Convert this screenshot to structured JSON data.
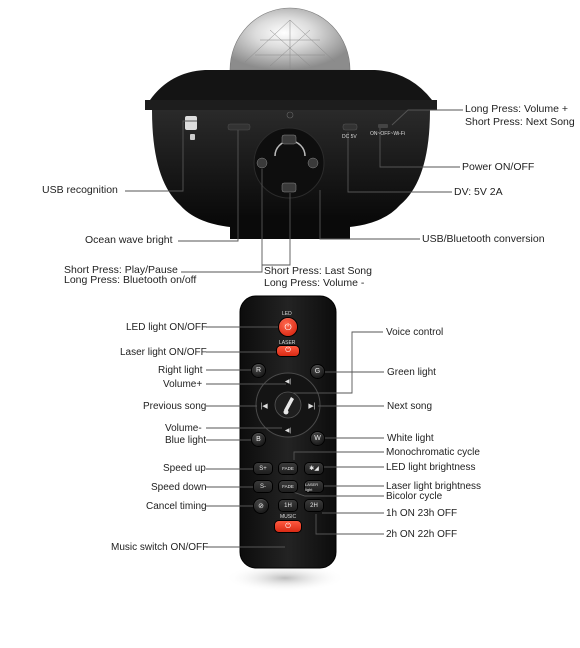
{
  "projector": {
    "labels": {
      "long_press_volume_up": "Long Press: Volume +",
      "short_press_next_song": "Short Press: Next Song",
      "power_on_off": "Power ON/OFF",
      "dv": "DV: 5V 2A",
      "usb_recognition": "USB recognition",
      "ocean_wave_bright": "Ocean wave bright",
      "usb_bt_conversion": "USB/Bluetooth conversion",
      "short_press_play_pause": "Short Press: Play/Pause",
      "long_press_bt": "Long Press: Bluetooth on/off",
      "short_press_last_song": "Short Press: Last Song",
      "long_press_volume_down": "Long Press: Volume -"
    },
    "panel_text": {
      "dc": "DC 5V",
      "on_off": "ON~OFF~Wi-Fi"
    }
  },
  "remote": {
    "button_text": {
      "led": "LED",
      "laser": "LASER",
      "r": "R",
      "g": "G",
      "b": "B",
      "w": "W",
      "s_plus": "S+",
      "s_minus": "S-",
      "fade": "FADE",
      "laser_light": "LASER light",
      "one_h": "1H",
      "two_h": "2H",
      "music": "MUSIC"
    },
    "labels": {
      "led_on_off": "LED light ON/OFF",
      "laser_on_off": "Laser light ON/OFF",
      "right_light": "Right light",
      "volume_up": "Volume+",
      "previous_song": "Previous song",
      "volume_down": "Volume-",
      "blue_light": "Blue light",
      "speed_up": "Speed up",
      "speed_down": "Speed down",
      "cancel_timing": "Cancel timing",
      "music_switch": "Music switch ON/OFF",
      "voice_control": "Voice control",
      "green_light": "Green light",
      "next_song": "Next song",
      "white_light": "White light",
      "monochromatic_cycle": "Monochromatic cycle",
      "led_brightness": "LED light brightness",
      "laser_brightness": "Laser light brightness",
      "bicolor_cycle": "Bicolor cycle",
      "one_h_on": "1h ON 23h OFF",
      "two_h_on": "2h ON 22h OFF"
    }
  },
  "colors": {
    "device_body": "#111111",
    "accent_red": "#e53a20",
    "leader_line": "#555555"
  }
}
